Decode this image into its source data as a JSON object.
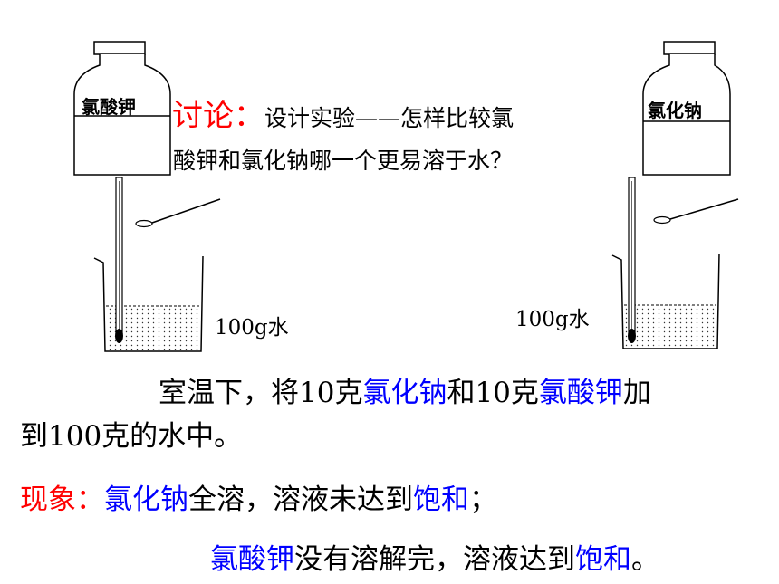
{
  "left_bottle_label": "氯酸钾",
  "right_bottle_label": "氯化钠",
  "discussion": {
    "heading": "讨论：",
    "line1": "设计实验——怎样比较氯",
    "line2": "酸钾和氯化钠哪一个更易溶于水？"
  },
  "left_water_label": "100g水",
  "right_water_label": "100g水",
  "paragraph": {
    "p1": "室温下，将10克",
    "nacl": "氯化钠",
    "p2": "和10克",
    "kclo3": "氯酸钾",
    "p3": "加",
    "line2": "到100克的水中。"
  },
  "phenomenon": {
    "label": "现象：",
    "nacl": "氯化钠",
    "t1": "全溶，溶液未达到",
    "saturated": "饱和",
    "t1_end": "；",
    "kclo3": "氯酸钾",
    "t2": "没有溶解完，溶液达到",
    "saturated2": "饱和",
    "t2_end": "。"
  },
  "colors": {
    "red": "#ff0000",
    "blue": "#0000ff",
    "black": "#000000"
  }
}
